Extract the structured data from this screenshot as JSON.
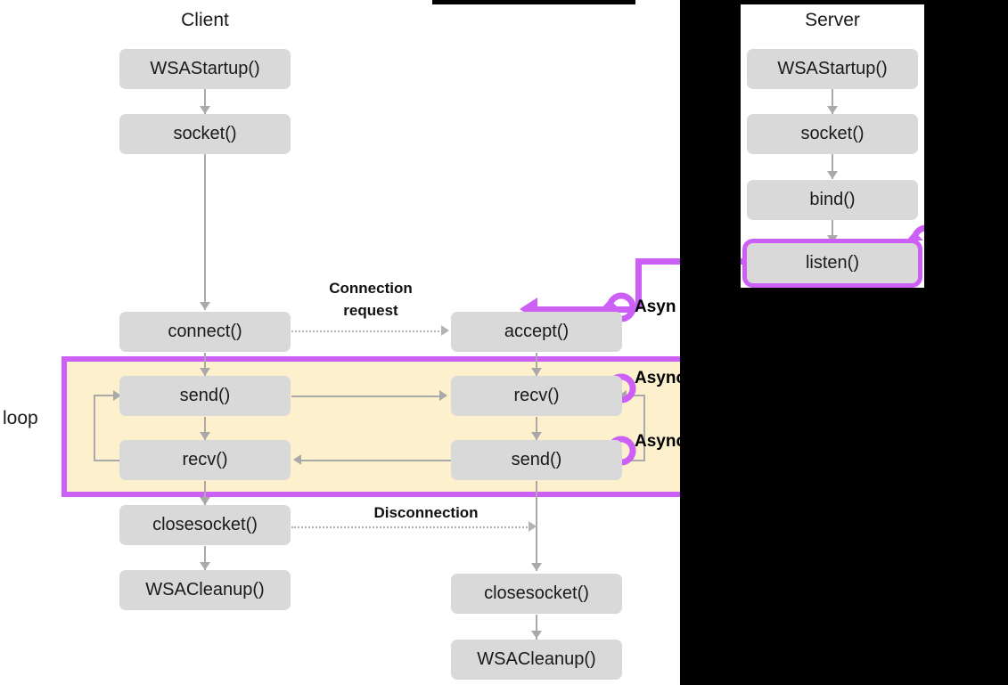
{
  "diagram": {
    "title_client": "Client",
    "title_server": "Server",
    "loop_label": "loop",
    "colors": {
      "node_fill": "#d9d9d9",
      "accent_purple": "#cc5ff5",
      "loop_band_fill": "#fdf0cd",
      "connector_gray": "#a9a9a9",
      "text": "#1a1a1a",
      "occlusion": "#000000"
    }
  },
  "client": {
    "nodes": [
      {
        "label": "WSAStartup()"
      },
      {
        "label": "socket()"
      },
      {
        "label": "connect()"
      },
      {
        "label": "send()"
      },
      {
        "label": "recv()"
      },
      {
        "label": "closesocket()"
      },
      {
        "label": "WSACleanup()"
      }
    ]
  },
  "server": {
    "nodes": [
      {
        "label": "WSAStartup()"
      },
      {
        "label": "socket()"
      },
      {
        "label": "bind()"
      },
      {
        "label": "listen()"
      },
      {
        "label": "accept()"
      },
      {
        "label": "recv()"
      },
      {
        "label": "send()"
      },
      {
        "label": "closesocket()"
      },
      {
        "label": "WSACleanup()"
      }
    ]
  },
  "edge_labels": {
    "connection_request_line1": "Connection",
    "connection_request_line2": "request",
    "disconnection": "Disconnection"
  },
  "async_labels": [
    {
      "text": "Asyn"
    },
    {
      "text": "Async"
    },
    {
      "text": "Async"
    }
  ],
  "icons": {
    "self_loop": "self-loop-arrow-icon"
  }
}
